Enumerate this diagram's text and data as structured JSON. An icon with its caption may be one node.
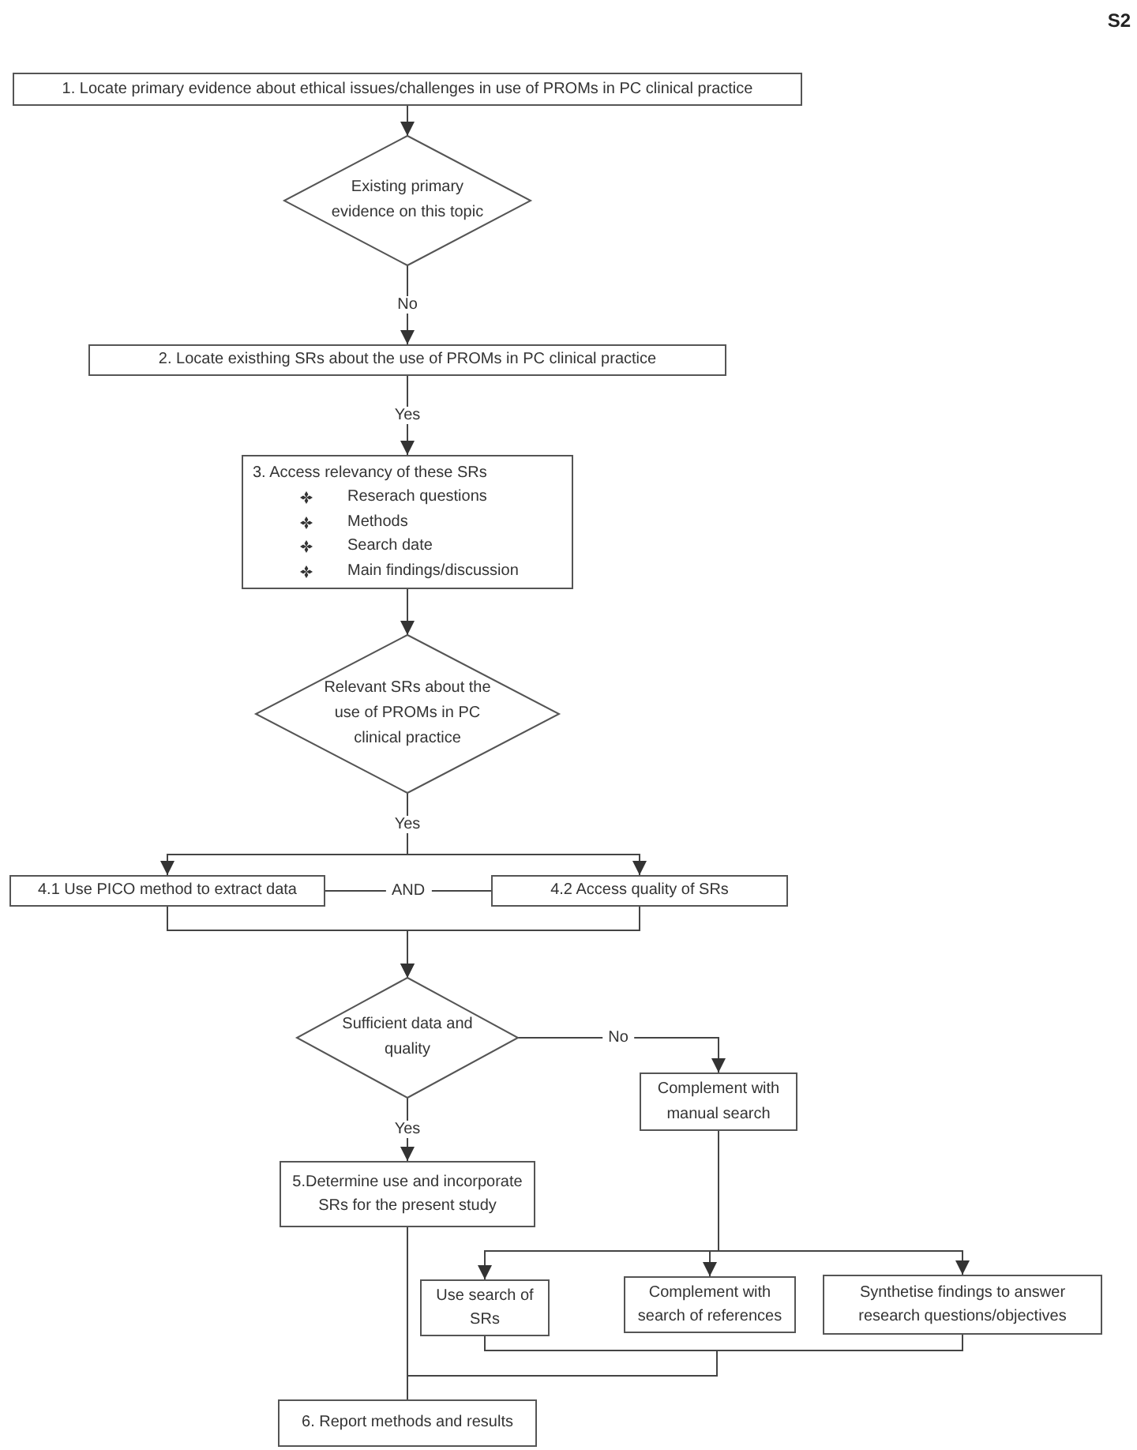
{
  "diagram": {
    "nodes": [
      {
        "text": [
          "1. Locate primary evidence about ethical issues/challenges in use of PROMs in PC clinical practice"
        ]
      },
      {
        "text": [
          "Existing primary evidence on this topic"
        ]
      },
      {
        "text": [
          "2. Locate existhing SRs about the use of PROMs in PC clinical practice"
        ]
      },
      {
        "text": [
          "3. Access relevancy of these SRs",
          "Reserach questions",
          "Methods",
          "Search date",
          "Main findings/discussion"
        ]
      },
      {
        "text": [
          "Relevant SRs about the use of PROMs in PC clinical practice"
        ]
      },
      {
        "text": [
          "4.1 Use PICO method to extract data"
        ]
      },
      {
        "text": [
          "4.2 Access quality of SRs"
        ]
      },
      {
        "text": [
          "Sufficient data and quality"
        ]
      },
      {
        "text": [
          "Complement with manual search"
        ]
      },
      {
        "text": [
          "5.Determine use and incorporate SRs for the present study"
        ]
      },
      {
        "text": [
          "Use search of SRs"
        ]
      },
      {
        "text": [
          "Complement with search of references"
        ]
      },
      {
        "text": [
          "Synthetise findings to answer research questions/objectives"
        ]
      },
      {
        "text": [
          "6. Report methods and results"
        ]
      }
    ],
    "edges": [
      {
        "from": 0,
        "to": 1,
        "arrow": "to"
      },
      {
        "from": 1,
        "to": 2,
        "arrow": "to",
        "label": "No"
      },
      {
        "from": 2,
        "to": 3,
        "arrow": "to",
        "label": "Yes"
      },
      {
        "from": 3,
        "to": 4,
        "arrow": "to"
      },
      {
        "from": 4,
        "to": 5,
        "arrow": "to",
        "label": "Yes"
      },
      {
        "from": 4,
        "to": 6,
        "arrow": "to"
      },
      {
        "from": 5,
        "to": 6,
        "arrow": "none",
        "label": "AND"
      },
      {
        "from": 5,
        "to": 7,
        "arrow": "to"
      },
      {
        "from": 6,
        "to": 7,
        "arrow": "to"
      },
      {
        "from": 7,
        "to": 8,
        "arrow": "to",
        "label": "No"
      },
      {
        "from": 7,
        "to": 9,
        "arrow": "to",
        "label": "Yes"
      },
      {
        "from": 8,
        "to": 10,
        "arrow": "to"
      },
      {
        "from": 8,
        "to": 11,
        "arrow": "to"
      },
      {
        "from": 8,
        "to": 12,
        "arrow": "to"
      },
      {
        "from": 9,
        "to": 13,
        "arrow": "none"
      },
      {
        "from": 10,
        "to": 13,
        "arrow": "none"
      },
      {
        "from": 12,
        "to": 13,
        "arrow": "none"
      }
    ],
    "labels": [
      "S2"
    ]
  }
}
